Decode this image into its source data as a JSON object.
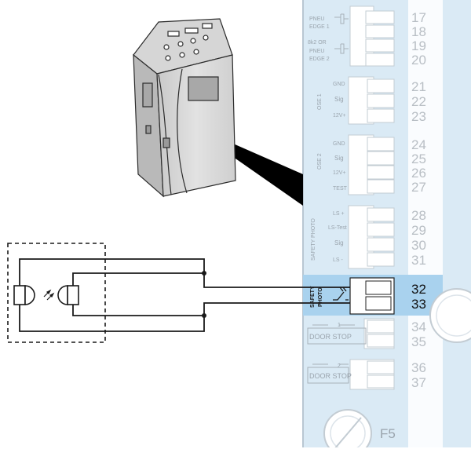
{
  "colors": {
    "board": "#daeaf5",
    "highlight": "#a9d2ee",
    "wire": "#1a1a1a",
    "faded_text": "#9aa4ad"
  },
  "groups": {
    "pneu_edge_1": {
      "line1": "PNEU",
      "line2": "EDGE 1"
    },
    "pneu_edge_2": {
      "line1": "8k2  OR",
      "line2": "PNEU",
      "line3": "EDGE 2"
    },
    "ose1": {
      "title": "OSE 1",
      "pins": [
        "GND",
        "Sig",
        "12V+"
      ]
    },
    "ose2": {
      "title": "OSE 2",
      "pins": [
        "GND",
        "Sig",
        "12V+",
        "TEST"
      ]
    },
    "safety_photo_top": {
      "title": "SAFETY PHOTO",
      "pins": [
        "LS  +",
        "LS-Test",
        "Sig",
        "LS  -"
      ]
    },
    "safety_photo_active": {
      "line1": "SAFETY",
      "line2": "PHOTO"
    },
    "door_stop_1": {
      "label": "DOOR STOP",
      "index": "1"
    },
    "door_stop_2": {
      "label": "DOOR STOP",
      "index": "2"
    }
  },
  "terminals": [
    "17",
    "18",
    "19",
    "20",
    "21",
    "22",
    "23",
    "24",
    "25",
    "26",
    "27",
    "28",
    "29",
    "30",
    "31",
    "32",
    "33",
    "34",
    "35",
    "36",
    "37"
  ],
  "fuse": {
    "label": "F5"
  },
  "icons": [
    "photo-sensor-icon",
    "relay-contact-icon",
    "fuse-icon",
    "control-box-icon"
  ]
}
